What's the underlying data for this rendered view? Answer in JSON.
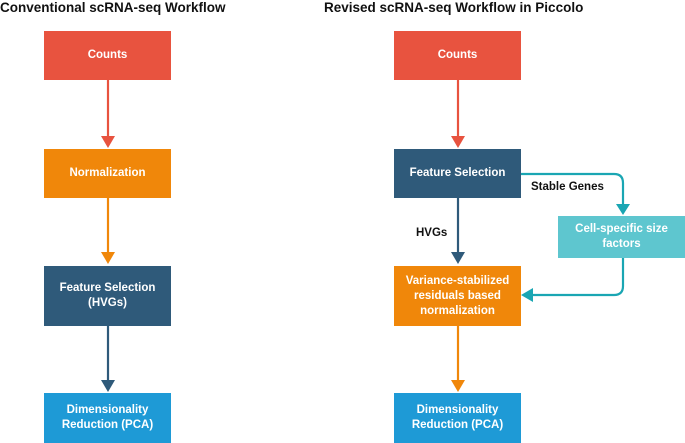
{
  "colors": {
    "counts": "#e8533f",
    "normalization": "#f0870a",
    "feature": "#2f5a7a",
    "dimred": "#1e9ad6",
    "sizefactors": "#5ec6cf",
    "teal_arrow": "#1aa6b3"
  },
  "left": {
    "title": "Conventional scRNA-seq Workflow",
    "counts": "Counts",
    "normalization": "Normalization",
    "feature_selection": "Feature Selection\n(HVGs)",
    "dimred": "Dimensionality\nReduction (PCA)"
  },
  "right": {
    "title": "Revised scRNA-seq Workflow in Piccolo",
    "counts": "Counts",
    "feature_selection": "Feature Selection",
    "size_factors": "Cell-specific size\nfactors",
    "normalization": "Variance-stabilized\nresiduals based\nnormalization",
    "dimred": "Dimensionality\nReduction (PCA)",
    "stable_genes_label": "Stable Genes",
    "hvgs_label": "HVGs"
  }
}
